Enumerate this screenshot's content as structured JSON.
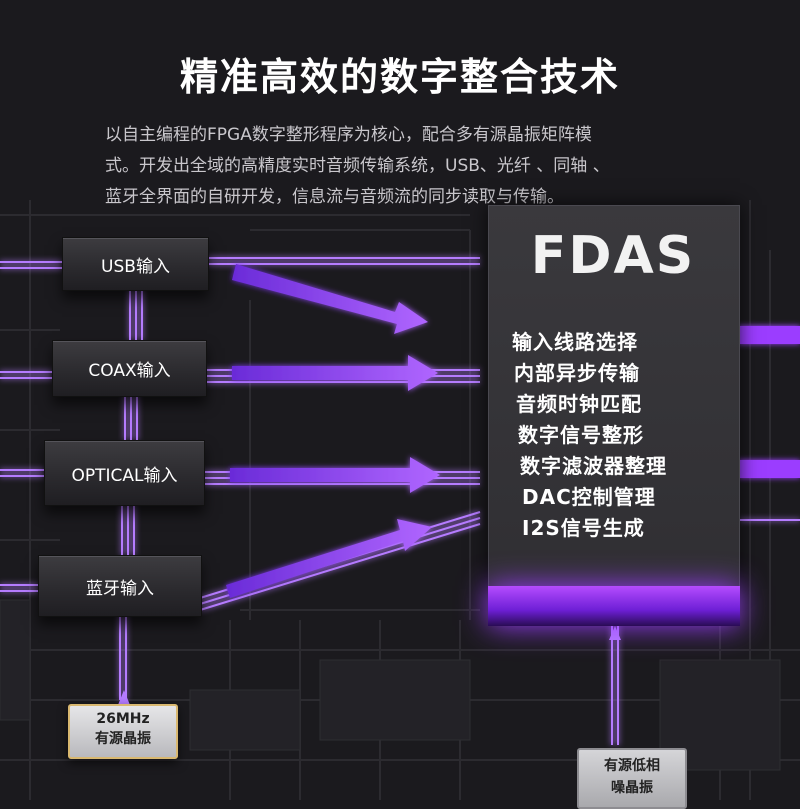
{
  "title": "精准高效的数字整合技术",
  "description_lines": [
    "以自主编程的FPGA数字整形程序为核心，配合多有源晶振矩阵模",
    "式。开发出全域的高精度实时音频传输系统，USB、光纤 、同轴 、",
    "蓝牙全界面的自研开发，信息流与音频流的同步读取与传输。"
  ],
  "inputs": [
    {
      "label": "USB输入"
    },
    {
      "label": "COAX输入"
    },
    {
      "label": "OPTICAL输入"
    },
    {
      "label": "蓝牙输入"
    }
  ],
  "chip": {
    "name": "FDAS",
    "features": [
      "输入线路选择",
      "内部异步传输",
      "音频时钟匹配",
      "数字信号整形",
      "数字滤波器整理",
      "DAC控制管理",
      "I2S信号生成"
    ]
  },
  "oscillators": {
    "left": {
      "line1": "26MHz",
      "line2": "有源晶振"
    },
    "right": {
      "line1": "有源低相",
      "line2": "噪晶振"
    }
  },
  "colors": {
    "accent": "#9b3dff",
    "background": "#1a191d"
  }
}
